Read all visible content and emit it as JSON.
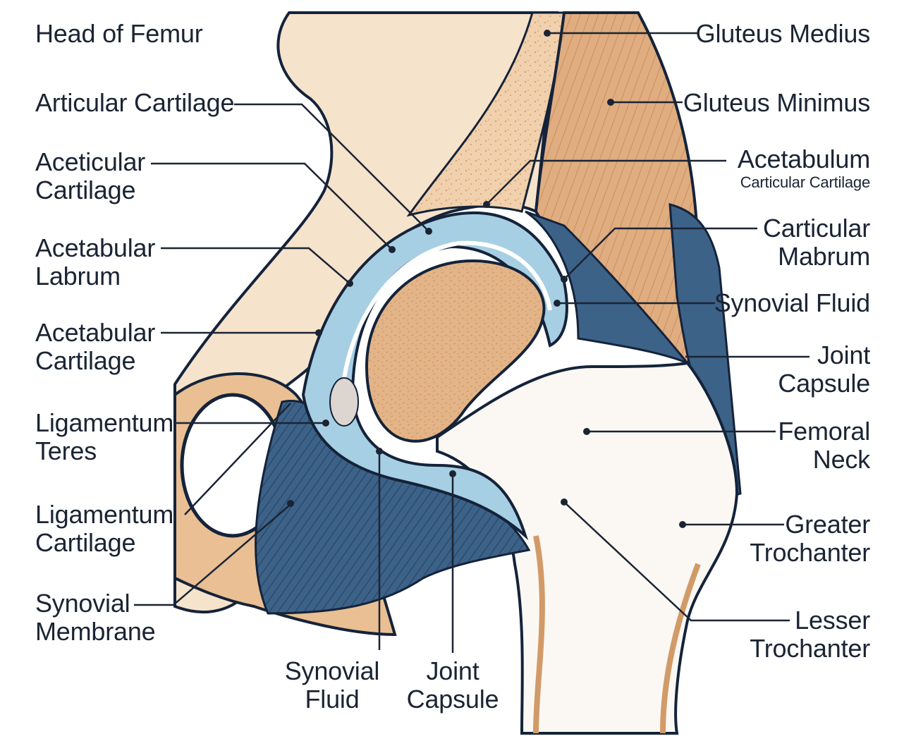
{
  "colors": {
    "bone_tan": "#e9bf93",
    "bone_light": "#f6e3cc",
    "bone_dark": "#d29a68",
    "femur_white": "#fbf8f3",
    "cartilage_blue": "#a7cfe3",
    "cartilage_light": "#d6ebf4",
    "ligament_blue": "#3d6288",
    "ligament_dark": "#2b4a6b",
    "outline": "#14233a",
    "leader": "#1b2433"
  },
  "labels": {
    "head_of_femur": [
      "Head of Femur"
    ],
    "articular_cartilage": [
      "Articular Cartilage"
    ],
    "aceticular_cartilage": [
      "Aceticular",
      "Cartilage"
    ],
    "acetabular_labrum": [
      "Acetabular",
      "Labrum"
    ],
    "acetabular_cartilage": [
      "Acetabular",
      "Cartilage"
    ],
    "ligamentum_teres": [
      "Ligamentum",
      "Teres"
    ],
    "ligamentum_cartilage": [
      "Ligamentum",
      "Cartilage"
    ],
    "synovial_membrane": [
      "Synovial",
      "Membrane"
    ],
    "synovial_fluid_bottom": [
      "Synovial",
      "Fluid"
    ],
    "joint_capsule_bottom": [
      "Joint",
      "Capsule"
    ],
    "gluteus_medius": [
      "Gluteus Medius"
    ],
    "gluteus_minimus": [
      "Gluteus Minimus"
    ],
    "acetabulum": {
      "title": "Acetabulum",
      "subtitle": "Carticular Cartilage"
    },
    "carticular_mabrum": [
      "Carticular",
      "Mabrum"
    ],
    "synovial_fluid_right": [
      "Synovial Fluid"
    ],
    "joint_capsule_right": [
      "Joint",
      "Capsule"
    ],
    "femoral_neck": [
      "Femoral",
      "Neck"
    ],
    "greater_trochanter": [
      "Greater",
      "Trochanter"
    ],
    "lesser_trochanter": [
      "Lesser",
      "Trochanter"
    ]
  }
}
